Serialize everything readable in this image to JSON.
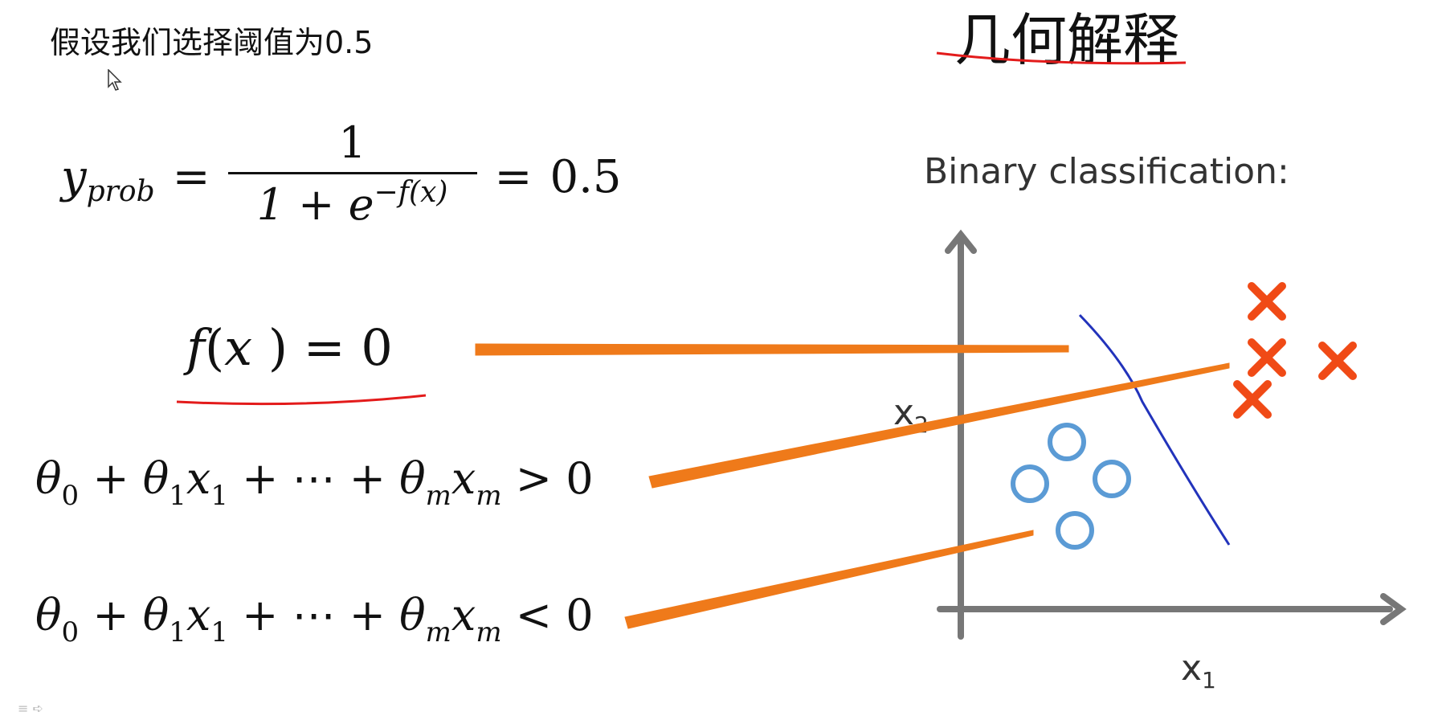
{
  "intro_text": "假设我们选择阈值为0.5",
  "heading": "几何解释",
  "equations": {
    "prob": {
      "lhs": "y",
      "lhs_sub": "prob",
      "eq": "=",
      "numerator": "1",
      "denominator_base": "1 + e",
      "denominator_exp": "−f(x)",
      "rhs_eq": "=",
      "rhs": "0.5"
    },
    "boundary": {
      "fx": "f",
      "paren_open": "(",
      "x": "x",
      "paren_close": " )",
      "rest": " = 0"
    },
    "positive": {
      "t0": "θ",
      "t0_sub": "0",
      "p1": " + ",
      "t1": "θ",
      "t1_sub": "1",
      "x1": "x",
      "x1_sub": "1",
      "dots": " + ⋯ + ",
      "tm": "θ",
      "tm_sub": "m",
      "xm": "x",
      "xm_sub": "m",
      "rel": " > 0"
    },
    "negative": {
      "t0": "θ",
      "t0_sub": "0",
      "p1": " + ",
      "t1": "θ",
      "t1_sub": "1",
      "x1": "x",
      "x1_sub": "1",
      "dots": " + ⋯ + ",
      "tm": "θ",
      "tm_sub": "m",
      "xm": "x",
      "xm_sub": "m",
      "rel": " < 0"
    }
  },
  "chart": {
    "title": "Binary classification:",
    "x_label": "x",
    "x_label_sub": "1",
    "y_label": "x",
    "y_label_sub": "2",
    "colors": {
      "axis": "#777777",
      "boundary": "#2233bb",
      "cross": "#f04a16",
      "circle": "#5b9bd5",
      "annotation": "#ef7a1a",
      "underline": "#e31b1b"
    }
  }
}
